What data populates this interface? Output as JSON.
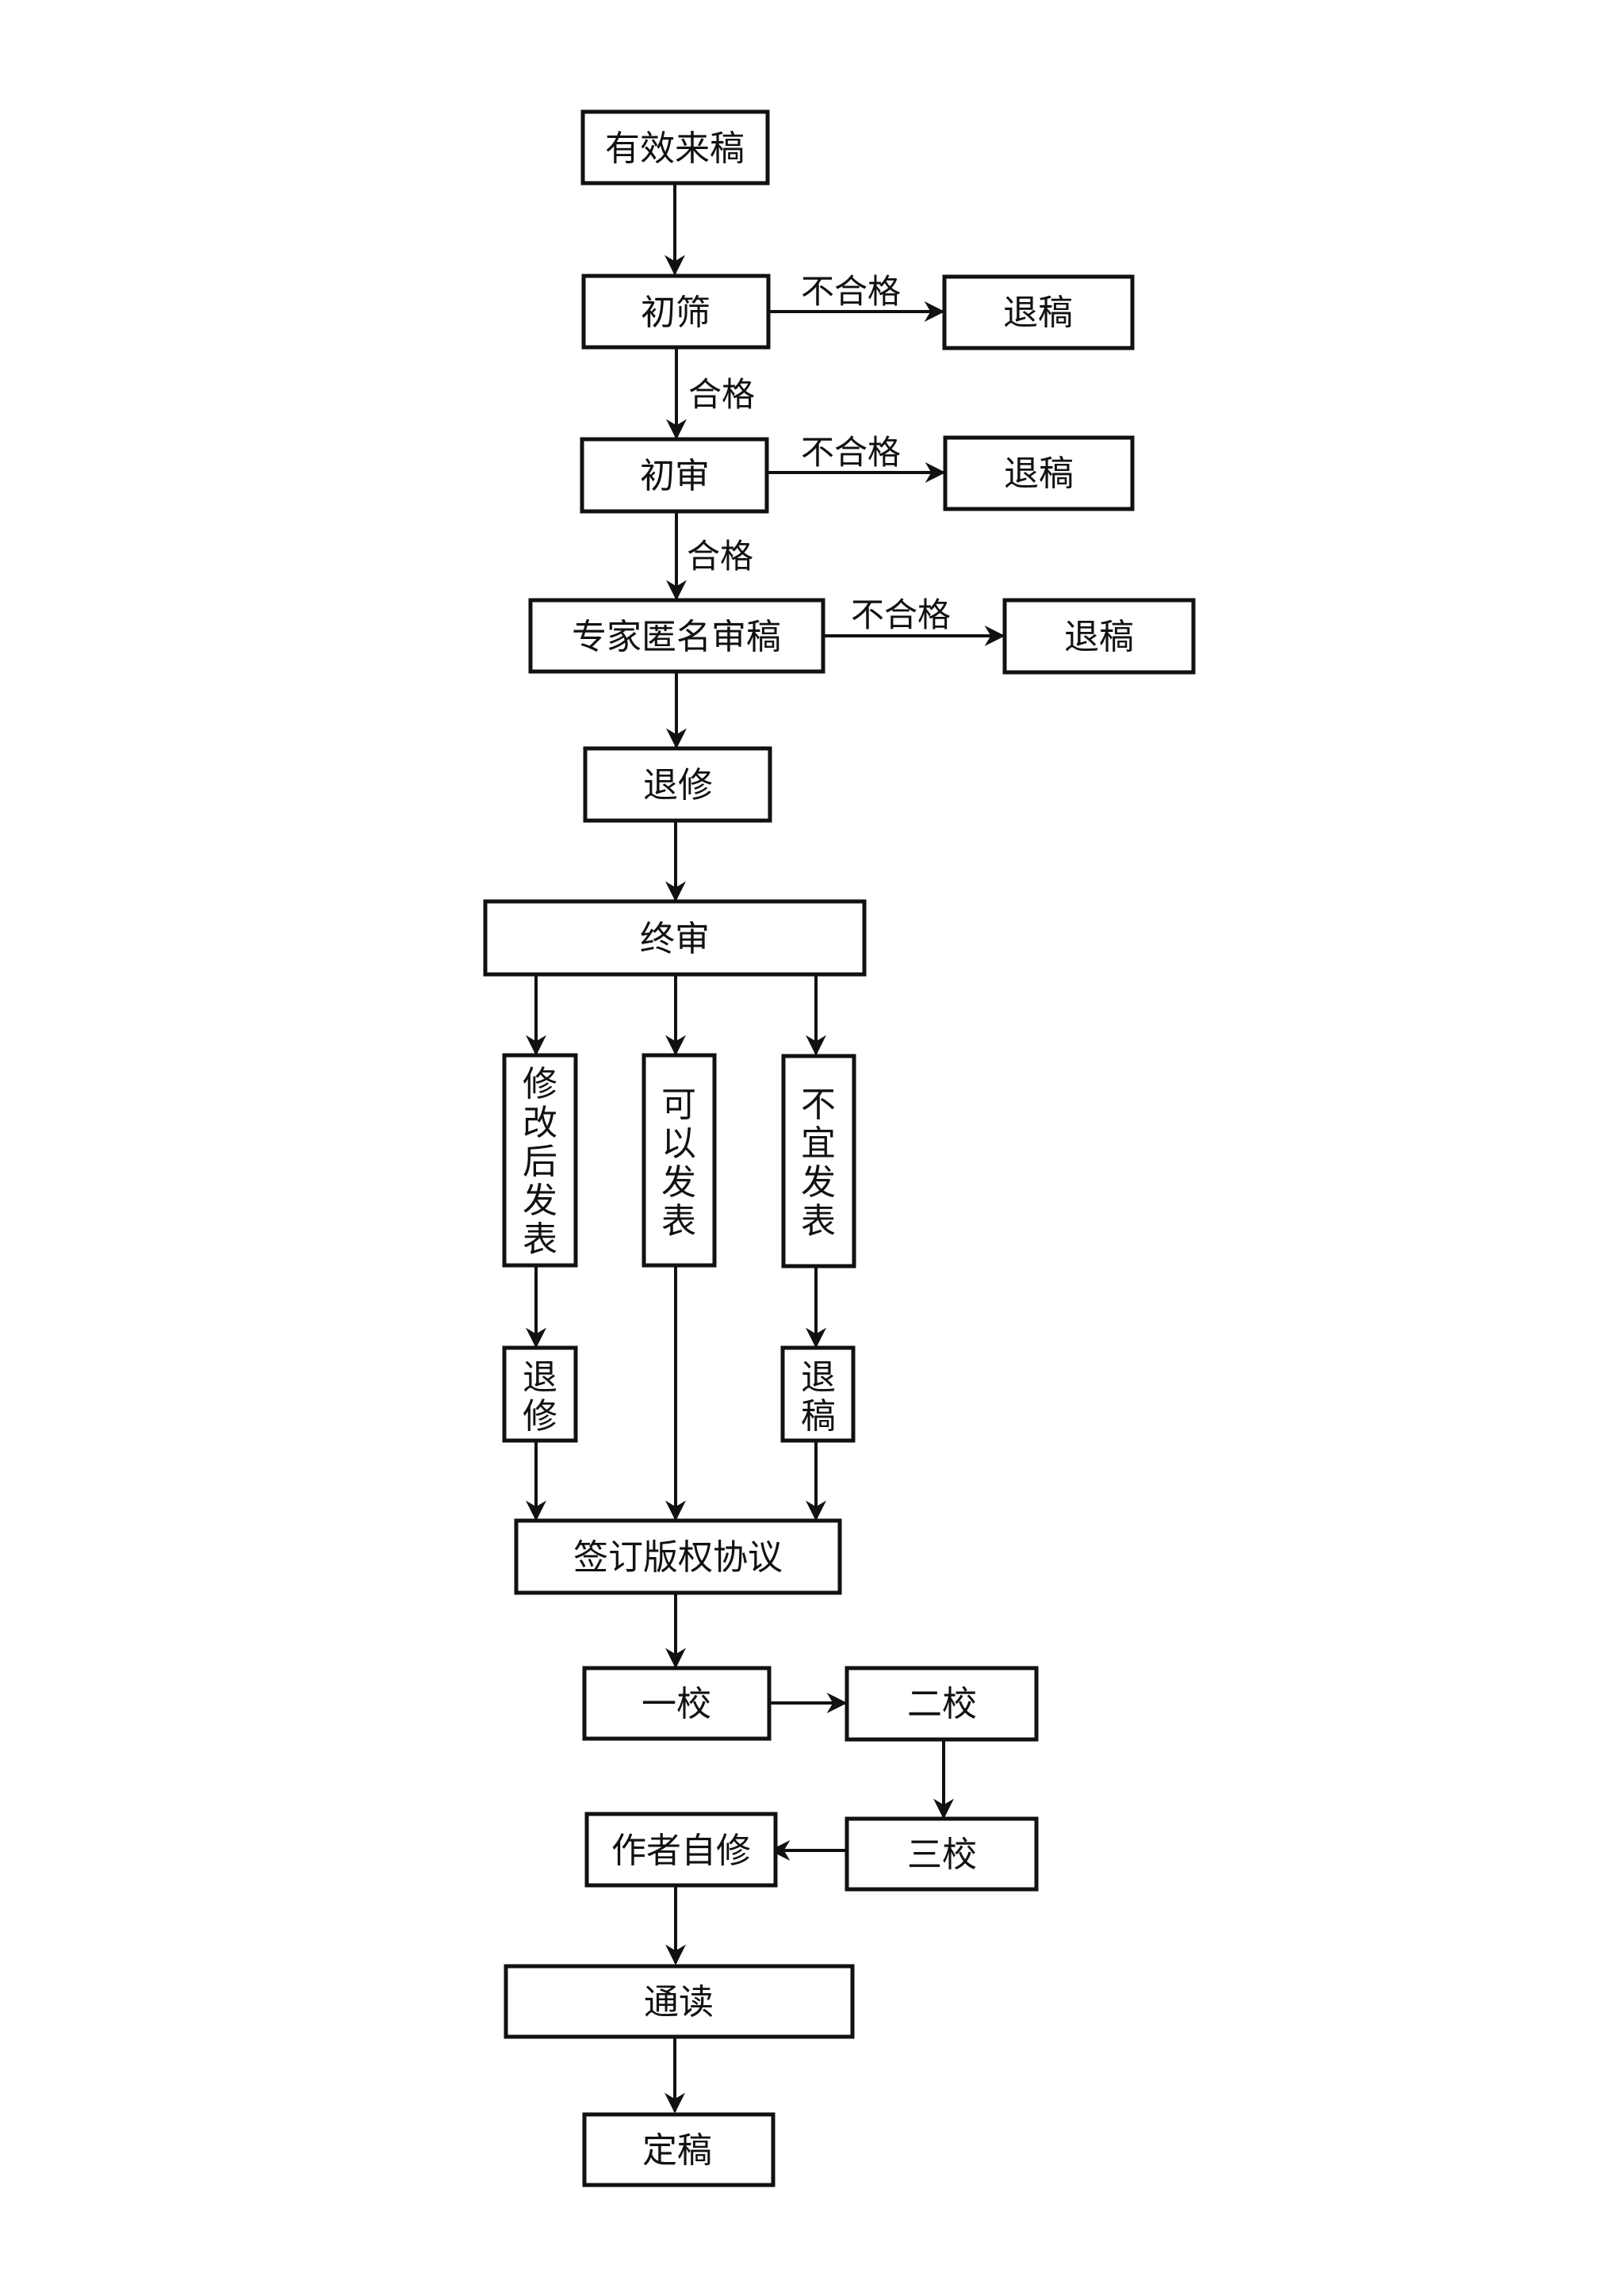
{
  "diagram": {
    "type": "flowchart",
    "title": "",
    "nodes": {
      "received": "有效来稿",
      "screening": "初筛",
      "reject_1": "退稿",
      "preliminary_review": "初审",
      "reject_2": "退稿",
      "expert_review": "专家匿名审稿",
      "reject_3": "退稿",
      "revise_1": "退修",
      "final_review": "终审",
      "publish_after_revision": "修改后发表",
      "publishable": "可以发表",
      "not_publishable": "不宜发表",
      "revise_2": "退修",
      "reject_4": "退稿",
      "copyright_agreement": "签订版权协议",
      "proof_1": "一校",
      "proof_2": "二校",
      "proof_3": "三校",
      "author_revision": "作者自修",
      "read_through": "通读",
      "finalized": "定稿"
    },
    "edge_labels": {
      "fail_1": "不合格",
      "pass_1": "合格",
      "fail_2": "不合格",
      "pass_2": "合格",
      "fail_3": "不合格"
    },
    "edges": [
      {
        "from": "received",
        "to": "screening",
        "label": ""
      },
      {
        "from": "screening",
        "to": "reject_1",
        "label": "不合格"
      },
      {
        "from": "screening",
        "to": "preliminary_review",
        "label": "合格"
      },
      {
        "from": "preliminary_review",
        "to": "reject_2",
        "label": "不合格"
      },
      {
        "from": "preliminary_review",
        "to": "expert_review",
        "label": "合格"
      },
      {
        "from": "expert_review",
        "to": "reject_3",
        "label": "不合格"
      },
      {
        "from": "expert_review",
        "to": "revise_1",
        "label": ""
      },
      {
        "from": "revise_1",
        "to": "final_review",
        "label": ""
      },
      {
        "from": "final_review",
        "to": "publish_after_revision",
        "label": ""
      },
      {
        "from": "final_review",
        "to": "publishable",
        "label": ""
      },
      {
        "from": "final_review",
        "to": "not_publishable",
        "label": ""
      },
      {
        "from": "publish_after_revision",
        "to": "revise_2",
        "label": ""
      },
      {
        "from": "not_publishable",
        "to": "reject_4",
        "label": ""
      },
      {
        "from": "revise_2",
        "to": "copyright_agreement",
        "label": ""
      },
      {
        "from": "publishable",
        "to": "copyright_agreement",
        "label": ""
      },
      {
        "from": "reject_4",
        "to": "copyright_agreement",
        "label": ""
      },
      {
        "from": "copyright_agreement",
        "to": "proof_1",
        "label": ""
      },
      {
        "from": "proof_1",
        "to": "proof_2",
        "label": ""
      },
      {
        "from": "proof_2",
        "to": "proof_3",
        "label": ""
      },
      {
        "from": "proof_3",
        "to": "author_revision",
        "label": ""
      },
      {
        "from": "author_revision",
        "to": "read_through",
        "label": ""
      },
      {
        "from": "read_through",
        "to": "finalized",
        "label": ""
      }
    ]
  }
}
